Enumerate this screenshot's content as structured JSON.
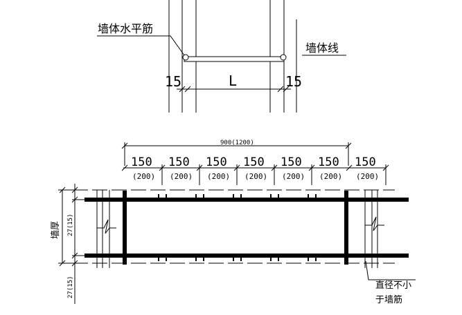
{
  "top_detail": {
    "label_horizontal_bar": "墙体水平筋",
    "label_wall_line": "墙体线",
    "dim_left": "15",
    "dim_middle": "L",
    "dim_right": "15"
  },
  "plan_detail": {
    "overall_dim": "900(1200)",
    "spacing_main": [
      "150",
      "150",
      "150",
      "150",
      "150",
      "150",
      "150"
    ],
    "spacing_alt": [
      "(200)",
      "(200)",
      "(200)",
      "(200)",
      "(200)",
      "(200)",
      "(200)"
    ],
    "wall_thickness_label": "墙厚",
    "side_dim_upper": "27(15)",
    "side_dim_lower": "27(15)",
    "note_line1": "直径不小",
    "note_line2": "于墙筋"
  }
}
